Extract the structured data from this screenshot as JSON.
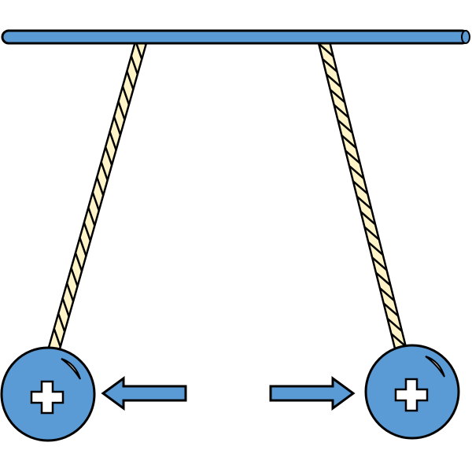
{
  "colors": {
    "ball": "#5b9bd5",
    "bar": "#5b9bd5",
    "arrow": "#5b9bd5",
    "string": "#fff3c8",
    "outline": "#000000",
    "charge_sign": "#ffffff"
  },
  "balls": [
    {
      "charge": "positive",
      "icon": "plus-icon",
      "force_direction": "left"
    },
    {
      "charge": "positive",
      "icon": "plus-icon",
      "force_direction": "right"
    }
  ]
}
